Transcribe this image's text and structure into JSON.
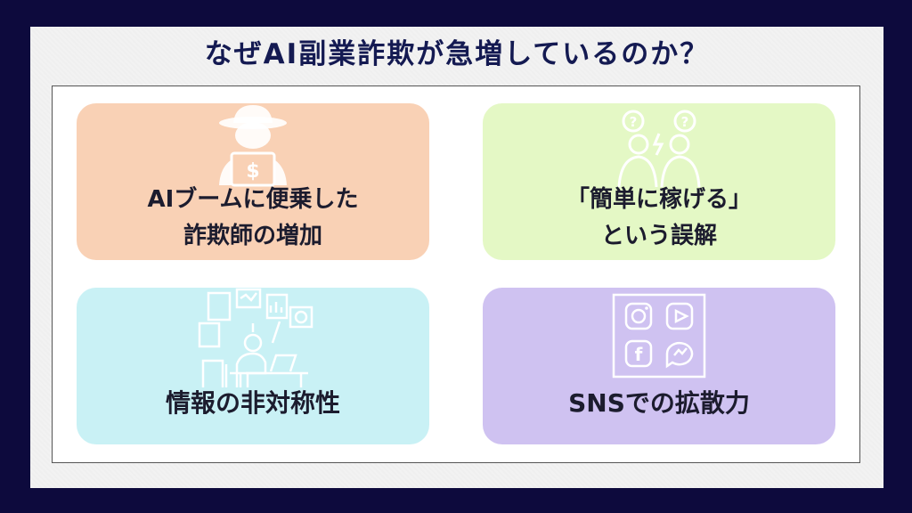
{
  "title": "なぜAI副業詐欺が急増しているのか？",
  "cards": [
    {
      "line1": "AIブームに便乗した",
      "line2": "詐欺師の増加",
      "icon": "hacker-icon",
      "color": "#f9d1b5"
    },
    {
      "line1": "「簡単に稼げる」",
      "line2": "という誤解",
      "icon": "confused-people-icon",
      "color": "#e4f8c5"
    },
    {
      "line1": "情報の非対称性",
      "line2": "",
      "icon": "analyst-desk-icon",
      "color": "#c9f1f5"
    },
    {
      "line1": "SNSでの拡散力",
      "line2": "",
      "icon": "social-media-apps-icon",
      "color": "#cfc2f1"
    }
  ],
  "icon_text": {
    "dollar": "$",
    "q1": "?",
    "q2": "?",
    "f": "f"
  }
}
